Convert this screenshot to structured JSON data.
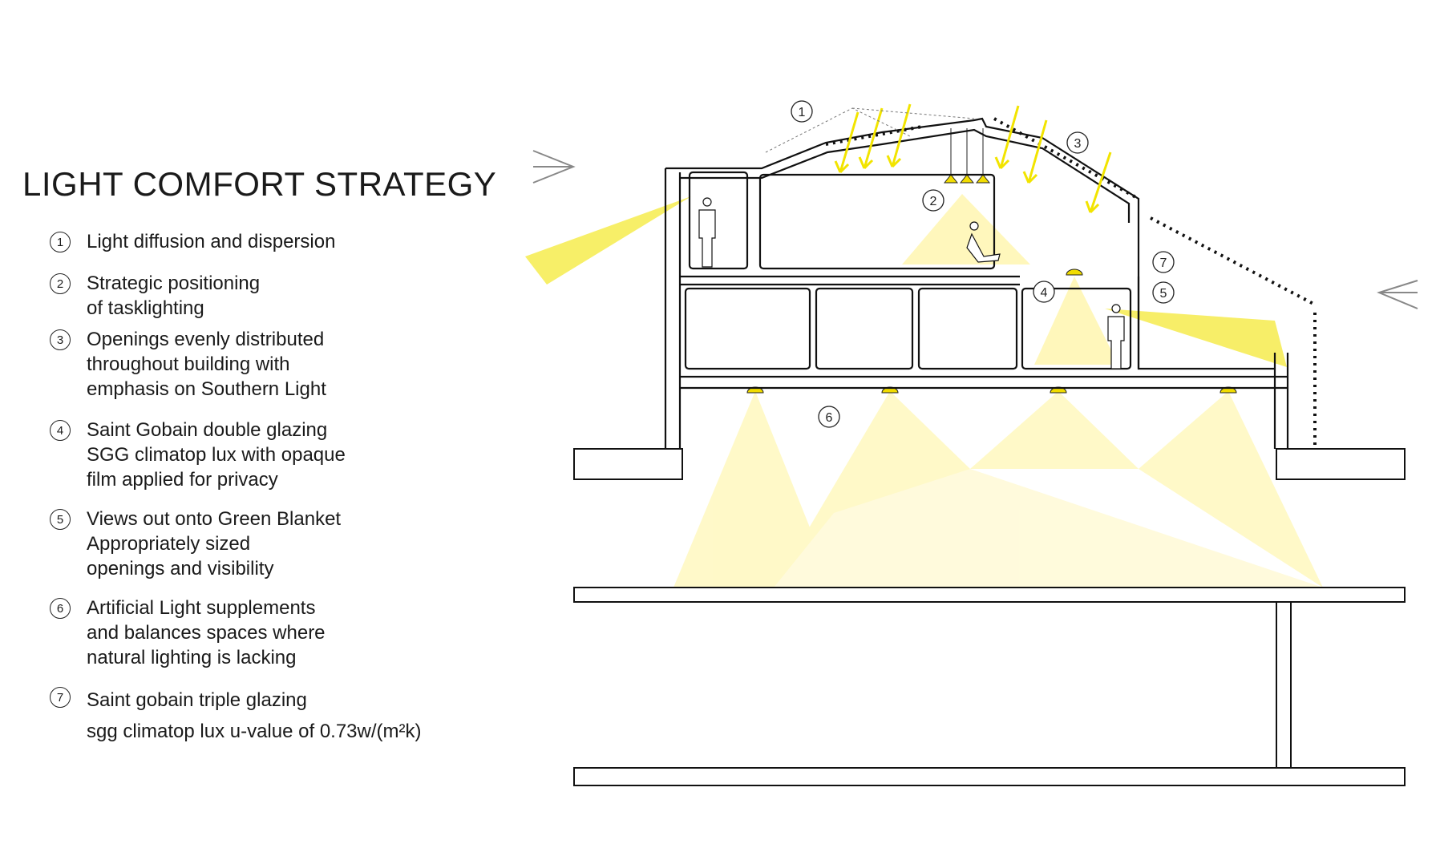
{
  "title": "LIGHT COMFORT STRATEGY",
  "legend": [
    {
      "num": "1",
      "text": "Light diffusion and dispersion"
    },
    {
      "num": "2",
      "text": "Strategic positioning\nof tasklighting"
    },
    {
      "num": "3",
      "text": "Openings evenly distributed\nthroughout building with\nemphasis on Southern Light"
    },
    {
      "num": "4",
      "text": "Saint Gobain double glazing\nSGG climatop lux with opaque\nfilm applied for privacy"
    },
    {
      "num": "5",
      "text": "Views out onto Green Blanket\nAppropriately sized\nopenings and visibility"
    },
    {
      "num": "6",
      "text": "Artificial Light supplements\nand balances spaces where\nnatural lighting is lacking"
    },
    {
      "num": "7",
      "text": "Saint gobain triple glazing\nsgg climatop lux u-value of 0.73w/(m²k)"
    }
  ],
  "callouts": [
    "1",
    "2",
    "3",
    "4",
    "5",
    "6",
    "7"
  ],
  "colors": {
    "light": "#fff9c4",
    "light_strong": "#f7ee5a",
    "sun_arrow": "#f5e800",
    "line": "#111111"
  }
}
